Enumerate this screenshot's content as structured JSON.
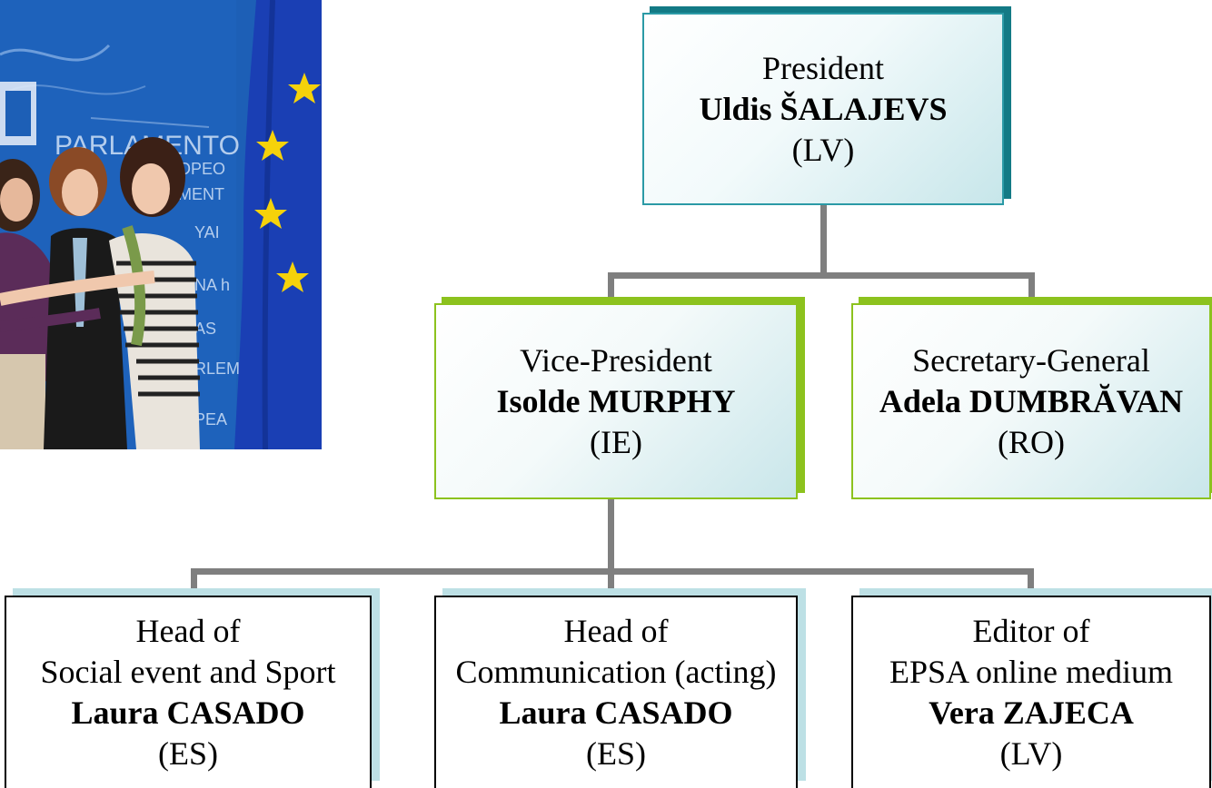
{
  "org_chart": {
    "president": {
      "role": "President",
      "name": "Uldis ŠALAJEVS",
      "country": "(LV)"
    },
    "vice_president": {
      "role": "Vice-President",
      "name": "Isolde MURPHY",
      "country": "(IE)"
    },
    "secretary_general": {
      "role": "Secretary-General",
      "name": "Adela DUMBRĂVAN",
      "country": "(RO)"
    },
    "social_sport": {
      "role_line1": "Head of",
      "role_line2": "Social event and Sport",
      "name": "Laura CASADO",
      "country": "(ES)"
    },
    "communication": {
      "role_line1": "Head of",
      "role_line2": "Communication (acting)",
      "name": "Laura CASADO",
      "country": "(ES)"
    },
    "editor": {
      "role_line1": "Editor of",
      "role_line2": "EPSA online medium",
      "name": "Vera ZAJECA",
      "country": "(LV)"
    }
  },
  "photo": {
    "wall_text": [
      "PARLAMENTO E",
      "OPEO",
      "MENT",
      "YAI",
      "NA h",
      "AS",
      "RLEM",
      "PEA"
    ]
  },
  "colors": {
    "connector": "#7f7f7f",
    "president_border": "#2b9aa6",
    "president_shadow": "#137a85",
    "middle_border": "#8cc21e",
    "bottom_border": "#000000",
    "bottom_shadow": "#bde0e5",
    "photo_background": "#1b5fb8",
    "flag_blue": "#1a3fb4",
    "flag_star": "#f5d20a"
  }
}
